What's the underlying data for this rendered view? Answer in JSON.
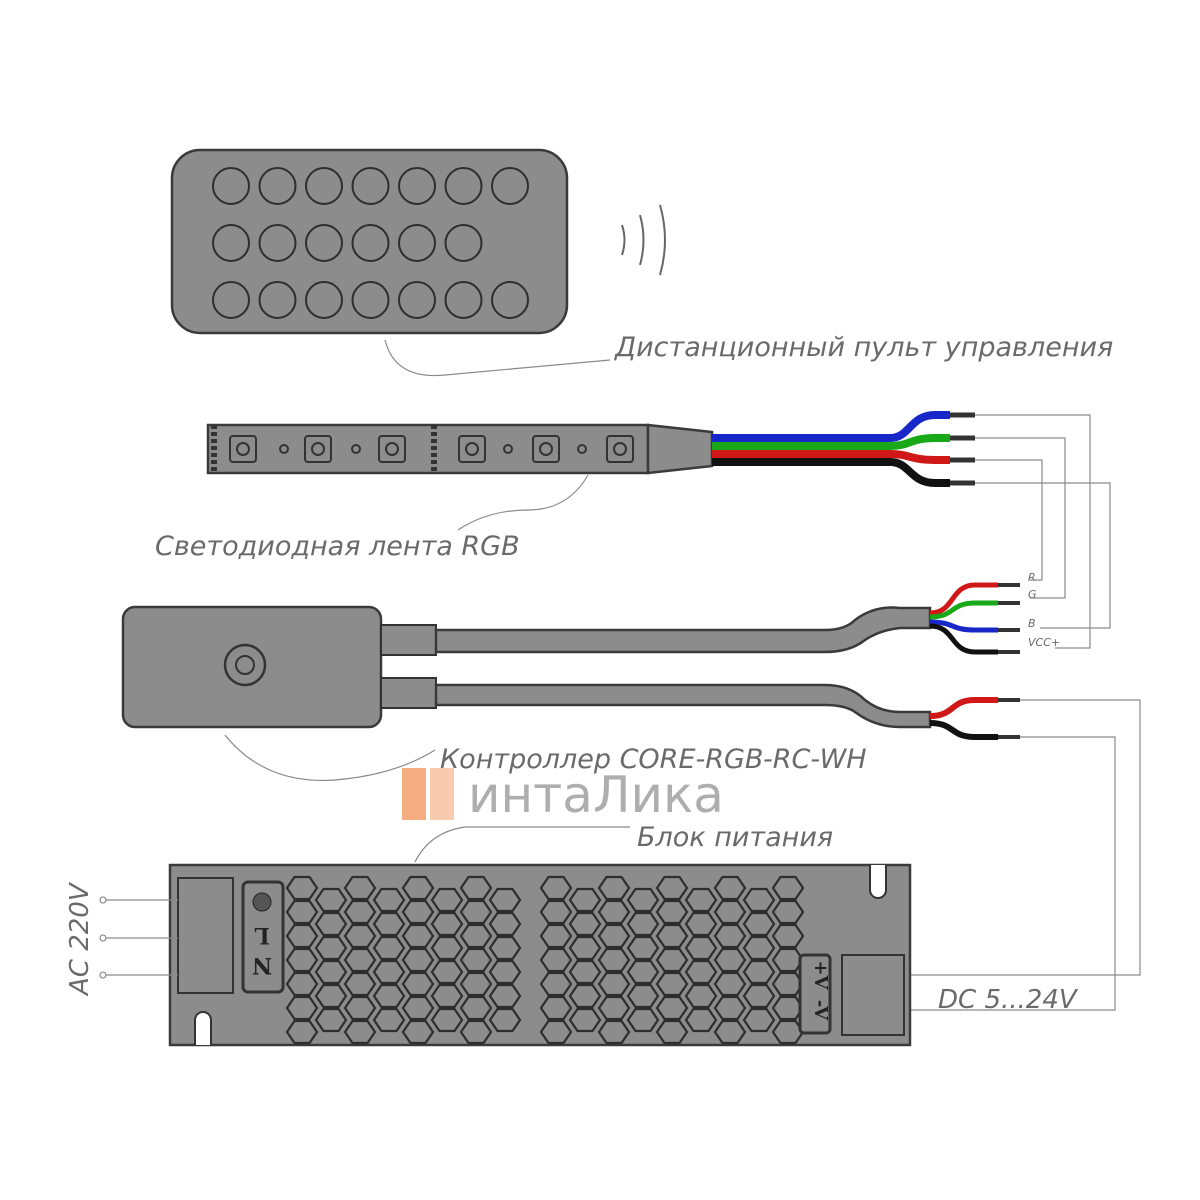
{
  "labels": {
    "remote": "Дистанционный пульт управления",
    "strip": "Светодиодная лента RGB",
    "controller": "Контроллер  CORE-RGB-RC-WH",
    "psu": "Блок питания",
    "ac_input": "AC 220V",
    "dc_output": "DC 5...24V"
  },
  "wire_labels": {
    "r": "R",
    "g": "G",
    "b": "B",
    "vcc": "VCC+"
  },
  "psu_terminals": {
    "l": "L",
    "n": "N",
    "minus_v": "-V",
    "plus_v": "+V"
  },
  "logo": {
    "text": "интаЛика",
    "color": "#f08a4b"
  },
  "remote_buttons_per_row": [
    7,
    6,
    7
  ],
  "colors": {
    "red": "#d01818",
    "green": "#18a818",
    "blue": "#1828c8",
    "black": "#111111"
  }
}
